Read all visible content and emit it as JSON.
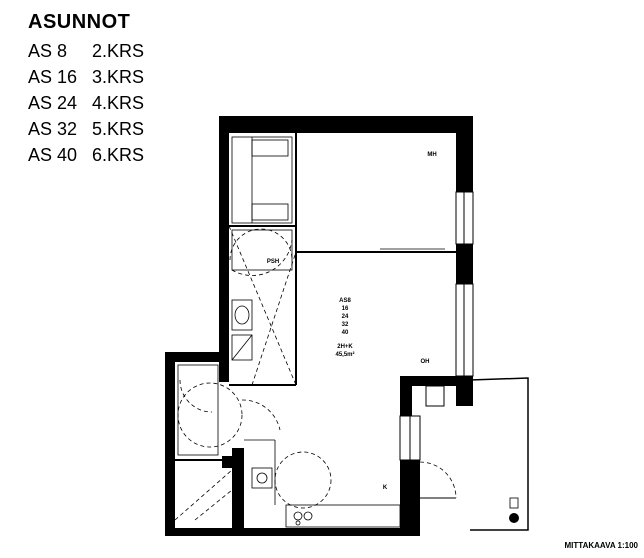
{
  "legend": {
    "title": "ASUNNOT",
    "rows": [
      {
        "apt": "AS 8",
        "floor": "2.KRS"
      },
      {
        "apt": "AS 16",
        "floor": "3.KRS"
      },
      {
        "apt": "AS 24",
        "floor": "4.KRS"
      },
      {
        "apt": "AS 32",
        "floor": "5.KRS"
      },
      {
        "apt": "AS 40",
        "floor": "6.KRS"
      }
    ]
  },
  "rooms": {
    "bedroom": "MH",
    "bathroom": "PSH",
    "living": "OH",
    "kitchen": "K"
  },
  "unit": {
    "apt": "AS8",
    "apartments": [
      "16",
      "24",
      "32",
      "40"
    ],
    "type": "2H+K",
    "area": "45,5m²"
  },
  "scale": "MITTAKAAVA 1:100"
}
